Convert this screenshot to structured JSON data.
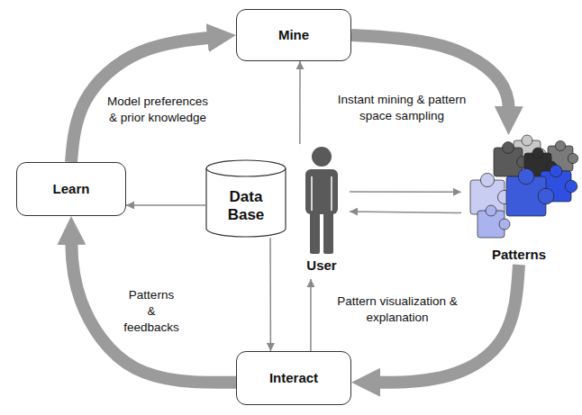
{
  "diagram": {
    "nodes": [
      {
        "text": [
          "Mine"
        ]
      },
      {
        "text": [
          "Learn"
        ]
      },
      {
        "text": [
          "Data Base"
        ]
      },
      {
        "text": [
          "User"
        ]
      },
      {
        "text": [
          "Patterns"
        ]
      },
      {
        "text": [
          "Interact"
        ]
      }
    ],
    "edges": [
      {
        "from": 1,
        "to": 0,
        "arrow": "to",
        "label": "Model preferences & prior knowledge"
      },
      {
        "from": 0,
        "to": 4,
        "arrow": "to"
      },
      {
        "from": 4,
        "to": 5,
        "arrow": "to"
      },
      {
        "from": 5,
        "to": 1,
        "arrow": "to",
        "label": "Patterns & feedbacks"
      },
      {
        "from": 2,
        "to": 1,
        "arrow": "to"
      },
      {
        "from": 3,
        "to": 0,
        "arrow": "to",
        "label": "Instant mining & pattern space sampling"
      },
      {
        "from": 2,
        "to": 5,
        "arrow": "to"
      },
      {
        "from": 5,
        "to": 3,
        "arrow": "to",
        "label": "Pattern visualization & explanation"
      },
      {
        "from": 3,
        "to": 4,
        "arrow": "to"
      },
      {
        "from": 4,
        "to": 3,
        "arrow": "to"
      }
    ]
  }
}
